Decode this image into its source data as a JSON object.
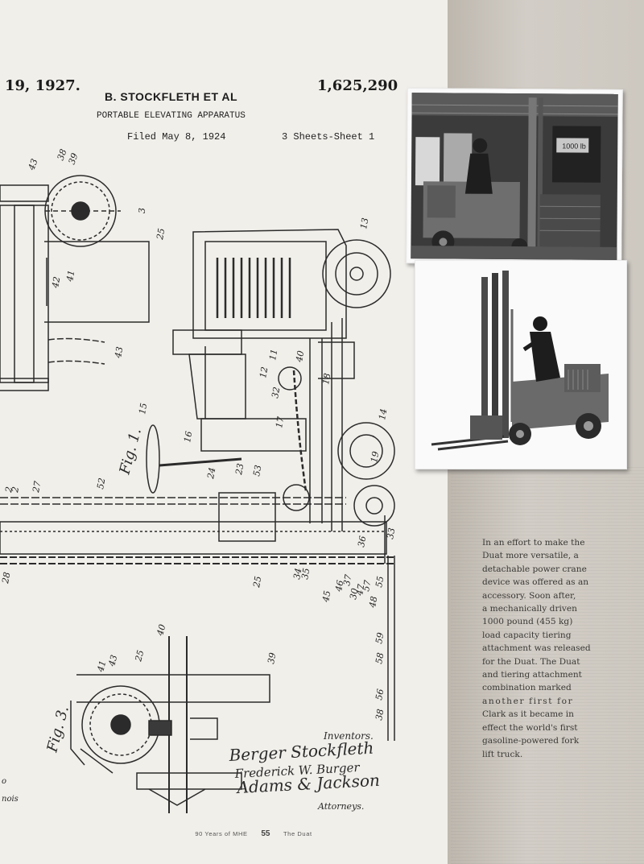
{
  "patent": {
    "date": "19, 1927.",
    "inventors": "B. STOCKFLETH ET AL",
    "number": "1,625,290",
    "title": "PORTABLE ELEVATING APPARATUS",
    "filed": "Filed May 8, 1924",
    "sheets": "3 Sheets-Sheet 1",
    "fig1_label": "Fig. 1.",
    "fig3_label": "Fig. 3.",
    "reference_numbers": [
      "43",
      "38",
      "39",
      "3",
      "25",
      "42",
      "41",
      "43",
      "13",
      "40",
      "12",
      "11",
      "18",
      "32",
      "17",
      "14",
      "19",
      "15",
      "16",
      "23",
      "53",
      "24",
      "25",
      "52",
      "27",
      "28",
      "2",
      "2",
      "34",
      "35",
      "36",
      "33",
      "45",
      "46",
      "37",
      "30",
      "47",
      "57",
      "48",
      "55",
      "59",
      "58",
      "56",
      "38",
      "40",
      "41",
      "43",
      "25",
      "39"
    ],
    "inventors_heading": "Inventors.",
    "signature_1": "Berger Stockfleth",
    "signature_2": "Frederick W. Burger",
    "signature_3": "Adams & Jackson",
    "attorneys": "Attorneys.",
    "partial_margin_text": [
      "o",
      "nois"
    ]
  },
  "caption": {
    "lines": [
      "In an effort to make the",
      "Duat more versatile, a",
      "detachable power crane",
      "device was offered as an",
      "accessory. Soon after,",
      "a mechanically driven",
      "1000 pound (455 kg)",
      "load capacity tiering",
      "attachment was released",
      "for the Duat. The Duat",
      "and tiering attachment",
      "combination marked",
      "another first for",
      "Clark as it became in",
      "effect the world's first",
      "gasoline-powered fork",
      "lift truck."
    ]
  },
  "photo1": {
    "sign_text": "1000 lb"
  },
  "footer": {
    "left": "90 Years of MHE",
    "page": "55",
    "right": "The Duat"
  }
}
